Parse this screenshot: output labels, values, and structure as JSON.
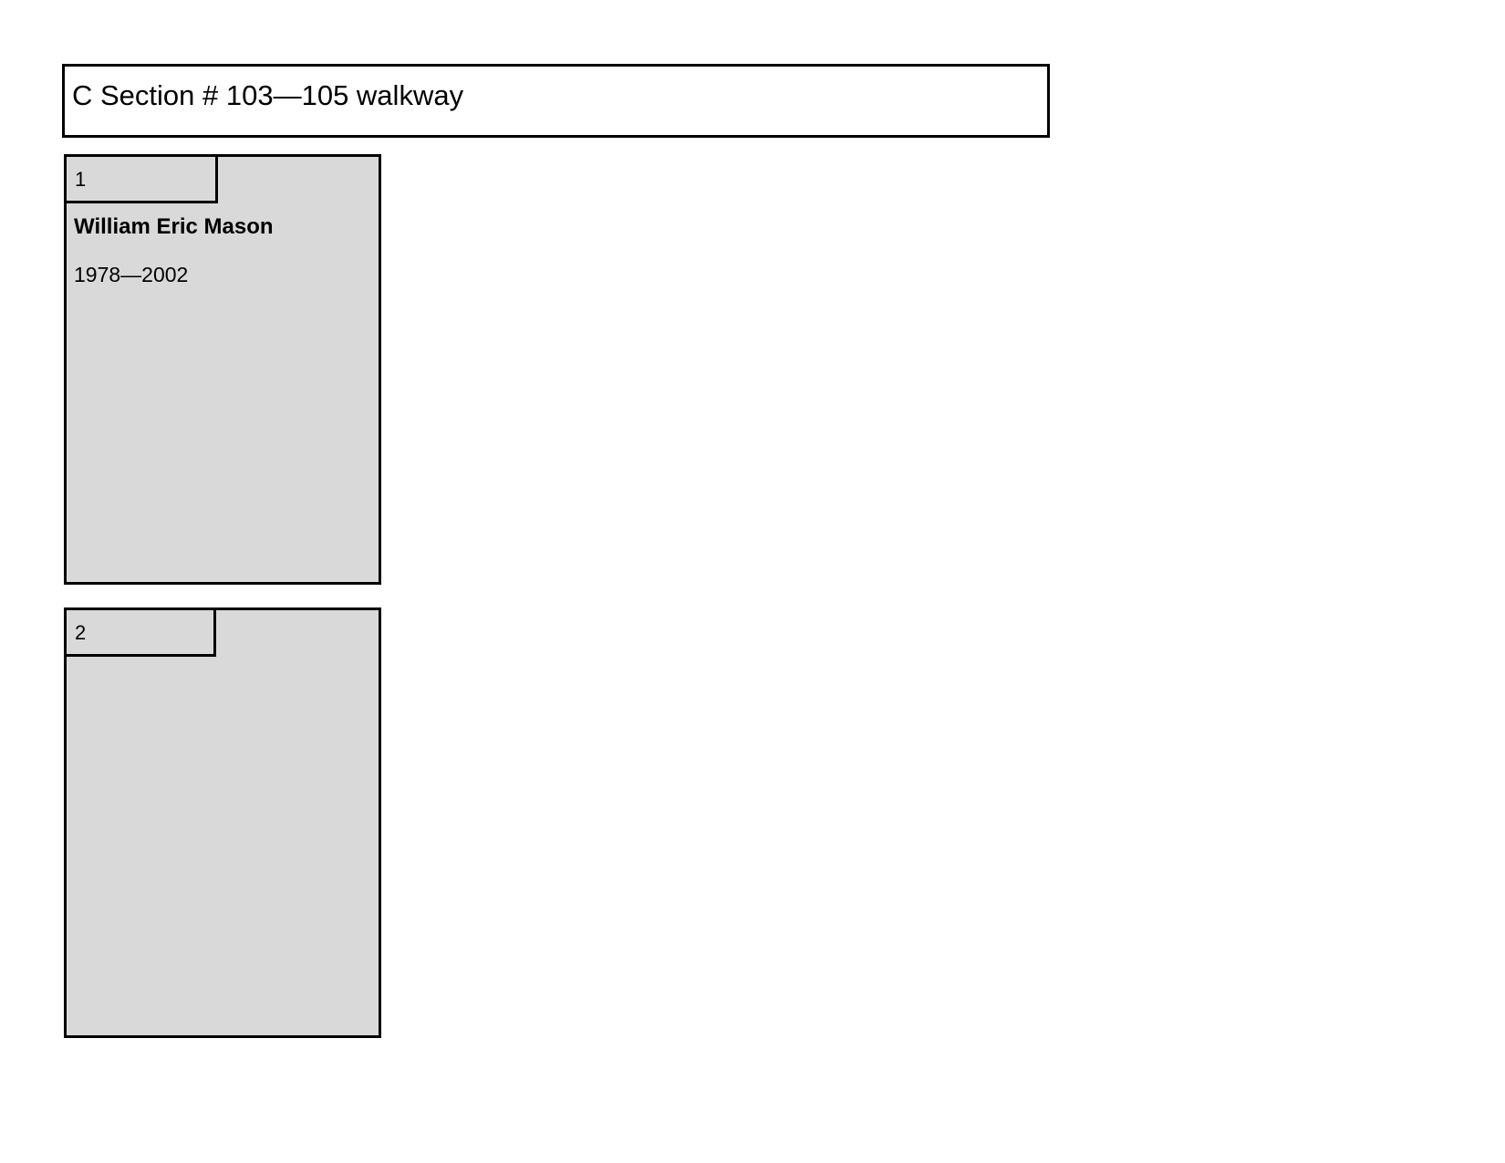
{
  "header": {
    "title": "C Section # 103—105 walkway"
  },
  "cards": [
    {
      "number": "1",
      "name": "William Eric Mason",
      "years": "1978—2002"
    },
    {
      "number": "2"
    }
  ]
}
